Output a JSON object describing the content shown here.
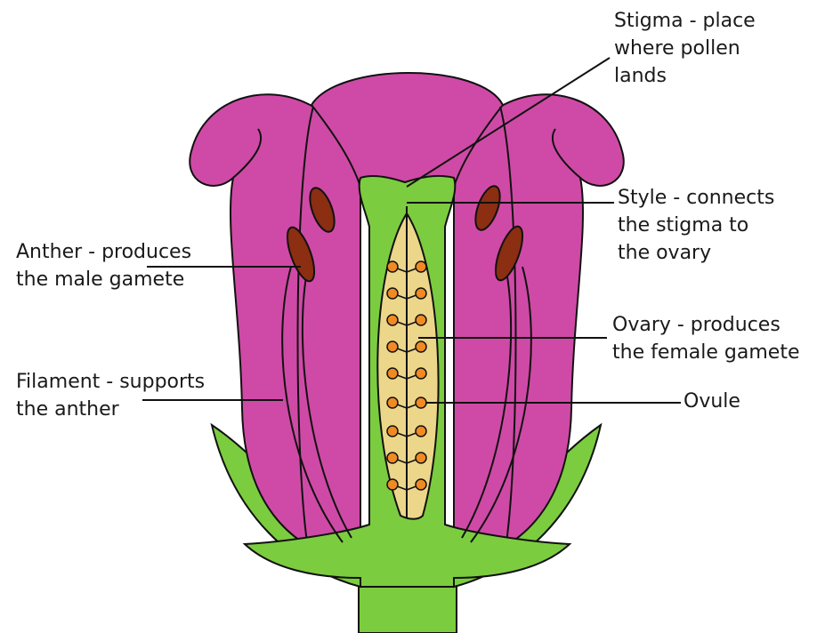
{
  "colors": {
    "petal": "#cf4aa6",
    "petal_outline": "#111111",
    "receptacle": "#7ccc3f",
    "ovary_inner": "#ecd68a",
    "ovule": "#f08a22",
    "anther": "#8b2e12"
  },
  "labels": {
    "stigma": {
      "line1": "Stigma - place",
      "line2": "where pollen",
      "line3": "lands"
    },
    "style": {
      "line1": "Style - connects",
      "line2": "the stigma to",
      "line3": "the ovary"
    },
    "anther": {
      "line1": "Anther - produces",
      "line2": "the male gamete"
    },
    "ovary": {
      "line1": "Ovary - produces",
      "line2": "the female gamete"
    },
    "filament": {
      "line1": "Filament - supports",
      "line2": "the anther"
    },
    "ovule": {
      "line1": "Ovule"
    }
  }
}
